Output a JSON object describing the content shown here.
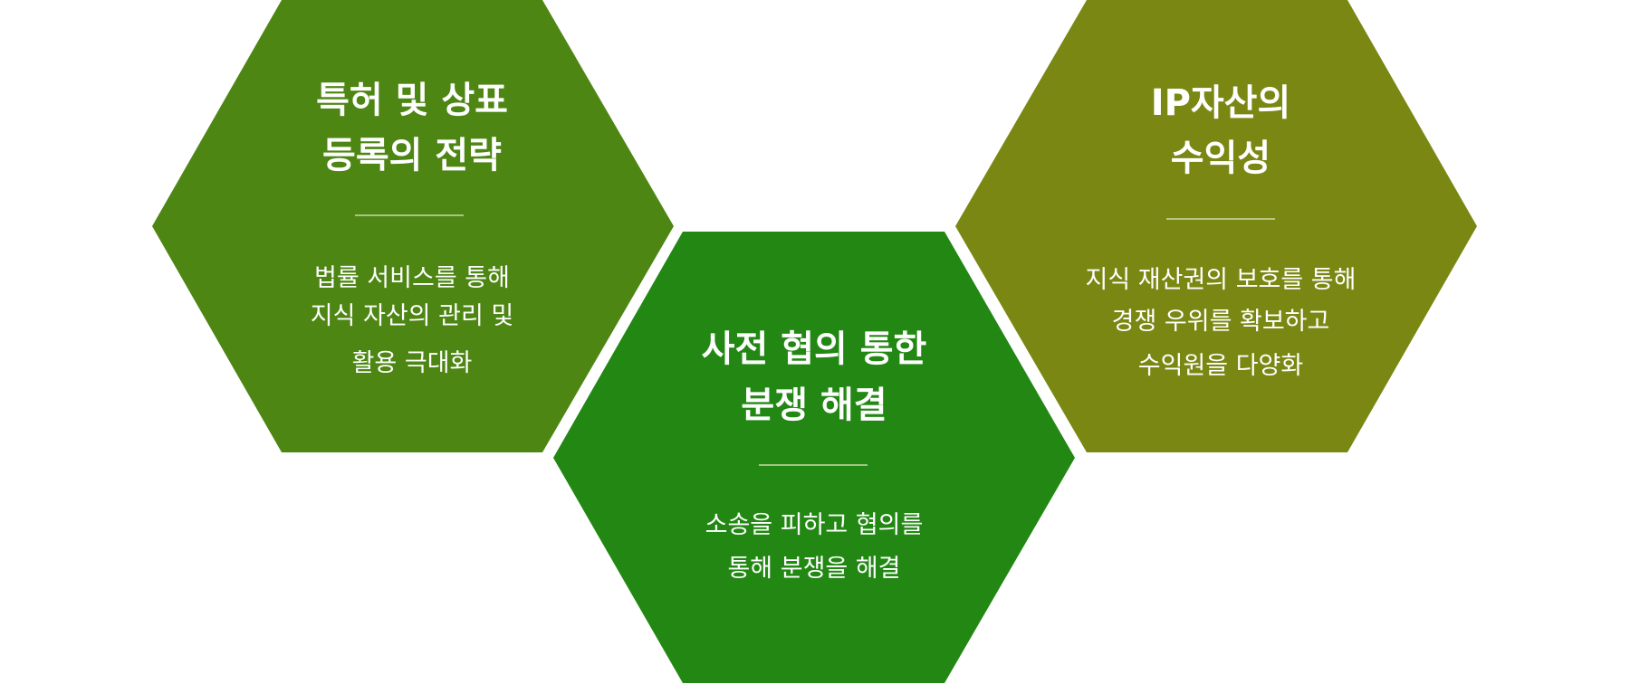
{
  "colors": {
    "hex1": "#4e8614",
    "hex2": "#228813",
    "hex3": "#7a8813",
    "divider": "#c9d9a8"
  },
  "hexagons": [
    {
      "title": [
        "특허 및 상표",
        "등록의 전략"
      ],
      "body": [
        "법률 서비스를 통해",
        "지식 자산의 관리 및",
        "활용 극대화"
      ]
    },
    {
      "title": [
        "사전 협의 통한",
        "분쟁 해결"
      ],
      "body": [
        "소송을 피하고 협의를",
        "통해 분쟁을 해결"
      ]
    },
    {
      "title": [
        "IP자산의",
        "수익성"
      ],
      "body": [
        "지식 재산권의 보호를 통해",
        "경쟁 우위를 확보하고",
        "수익원을  다양화"
      ]
    }
  ]
}
